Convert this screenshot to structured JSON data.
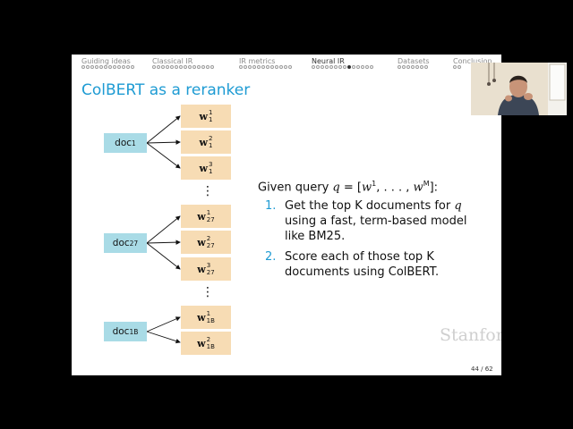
{
  "nav": {
    "sections": [
      {
        "label": "Guiding ideas",
        "dots": 12,
        "filled": -1,
        "active": false
      },
      {
        "label": "Classical IR",
        "dots": 14,
        "filled": -1,
        "active": false
      },
      {
        "label": "IR metrics",
        "dots": 12,
        "filled": -1,
        "active": false
      },
      {
        "label": "Neural IR",
        "dots": 14,
        "filled": 8,
        "active": true
      },
      {
        "label": "Datasets",
        "dots": 7,
        "filled": -1,
        "active": false
      },
      {
        "label": "Conclusion",
        "dots": 2,
        "filled": -1,
        "active": false
      }
    ]
  },
  "slide": {
    "title": "ColBERT as a reranker",
    "page_number": "44 / 62",
    "logo_text": "Stanfor"
  },
  "diagram": {
    "docs": [
      {
        "name": "doc",
        "sub": "1"
      },
      {
        "name": "doc",
        "sub": "27"
      },
      {
        "name": "doc",
        "sub": "1B"
      }
    ],
    "words": [
      {
        "base": "w",
        "sup": "1",
        "sub": "1"
      },
      {
        "base": "w",
        "sup": "2",
        "sub": "1"
      },
      {
        "base": "w",
        "sup": "3",
        "sub": "1"
      },
      {
        "base": "w",
        "sup": "1",
        "sub": "27"
      },
      {
        "base": "w",
        "sup": "2",
        "sub": "27"
      },
      {
        "base": "w",
        "sup": "3",
        "sub": "27"
      },
      {
        "base": "w",
        "sup": "1",
        "sub": "1B"
      },
      {
        "base": "w",
        "sup": "2",
        "sub": "1B"
      }
    ],
    "vdots": "⋮"
  },
  "query": {
    "prefix": "Given query ",
    "q": "q",
    "eq": " = [",
    "w1": "w",
    "w1_sup": "1",
    "mid": ", . . . , ",
    "wM": "w",
    "wM_sup": "M",
    "suffix": "]:"
  },
  "steps": [
    {
      "num": "1.",
      "pre": "Get the top K documents for ",
      "var": "q",
      "post": " using a fast, term-based model like BM25."
    },
    {
      "num": "2.",
      "pre": "Score each of those top K documents using ColBERT.",
      "var": "",
      "post": ""
    }
  ],
  "colors": {
    "accent": "#1e9bd3",
    "doc_fill": "#a9dbe6",
    "word_fill": "#f7dcb4"
  }
}
